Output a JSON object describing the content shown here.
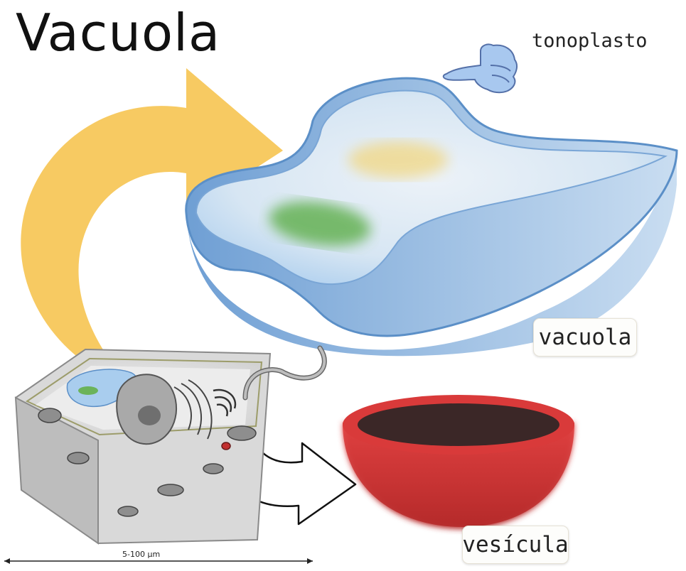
{
  "title": "Vacuola",
  "labels": {
    "tonoplasto": "tonoplasto",
    "vacuola": "vacuola",
    "vesicula": "vesícula"
  },
  "scale_bar": {
    "label": "5-100 µm"
  },
  "icons": {
    "pointer": "pointing-hand-icon",
    "arrow_large": "curved-arrow-icon",
    "arrow_small": "curved-arrow-icon"
  },
  "colors": {
    "arrow_large": "#f7c75a",
    "vacuole_fill": "#b7d4ee",
    "vacuole_edge": "#5b8fc7",
    "vesicle_outer": "#cf3a3a",
    "vesicle_inner": "#3b2727",
    "hand": "#a8c8ef"
  }
}
